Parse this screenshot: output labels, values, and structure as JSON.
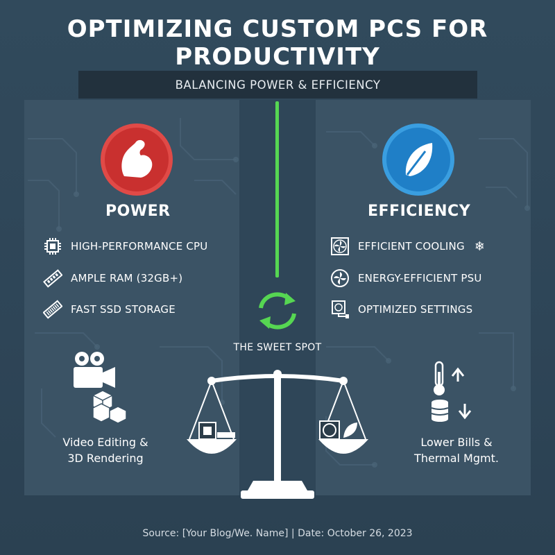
{
  "title_line1": "OPTIMIZING CUSTOM PCS FOR",
  "title_line2": "PRODUCTIVITY",
  "subtitle": "BALANCING POWER & EFFICIENCY",
  "power": {
    "heading": "POWER",
    "badge_icon": "flexed-arm-icon",
    "accent": "#c9302f",
    "items": [
      {
        "label": "HIGH-PERFORMANCE CPU",
        "icon": "cpu-icon"
      },
      {
        "label": "AMPLE RAM (32GB+)",
        "icon": "ram-icon"
      },
      {
        "label": "FAST SSD STORAGE",
        "icon": "ssd-icon"
      }
    ],
    "use_case_line1": "Video Editing &",
    "use_case_line2": "3D Rendering"
  },
  "efficiency": {
    "heading": "EFFICIENCY",
    "badge_icon": "leaf-icon",
    "accent": "#1f7fc7",
    "items": [
      {
        "label": "EFFICIENT COOLING",
        "icon": "fan-icon"
      },
      {
        "label": "ENERGY-EFFICIENT PSU",
        "icon": "psu-fan-icon"
      },
      {
        "label": "OPTIMIZED SETTINGS",
        "icon": "settings-icon"
      }
    ],
    "use_case_line1": "Lower Bills &",
    "use_case_line2": "Thermal Mgmt."
  },
  "center": {
    "label": "THE SWEET SPOT",
    "icon": "refresh-arrows-icon",
    "line_color": "#56d652"
  },
  "footer": {
    "source": "Source: [Your Blog/We. Name] | Date: October 26, 2023"
  }
}
